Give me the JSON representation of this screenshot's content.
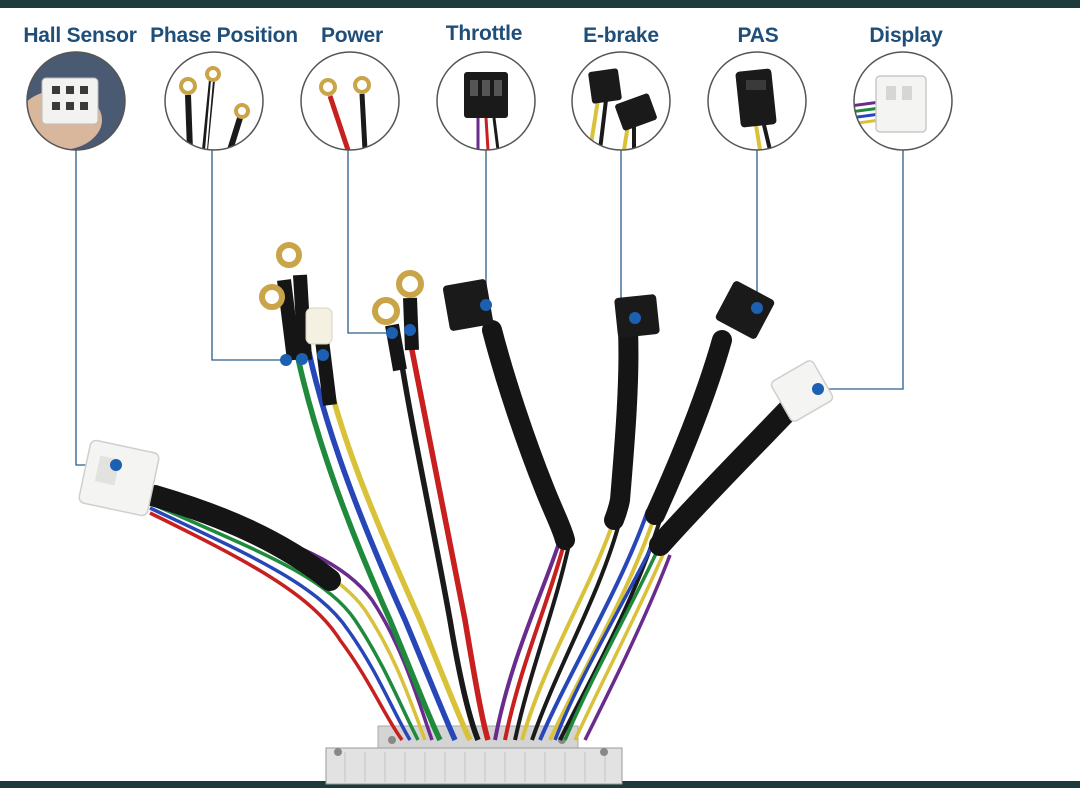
{
  "diagram": {
    "connectors": [
      {
        "id": "hall-sensor",
        "label": "Hall Sensor"
      },
      {
        "id": "phase-position",
        "label": "Phase Position"
      },
      {
        "id": "power",
        "label": "Power"
      },
      {
        "id": "throttle",
        "label": "Throttle"
      },
      {
        "id": "e-brake",
        "label": "E-brake"
      },
      {
        "id": "pas",
        "label": "PAS"
      },
      {
        "id": "display",
        "label": "Display"
      }
    ]
  },
  "colors": {
    "label": "#1f4e79",
    "leader_line": "#2a5d8a",
    "marker": "#1d5fb0",
    "frame": "#1d3b3b",
    "sleeve": "#151515",
    "wire_red": "#c8201e",
    "wire_black": "#1a1a1a",
    "wire_yellow": "#d9c23a",
    "wire_green": "#1f8a3c",
    "wire_blue": "#2747b8",
    "wire_purple": "#6a2c8c",
    "connector_white": "#f4f4f2",
    "terminal_brass": "#c9a448"
  }
}
